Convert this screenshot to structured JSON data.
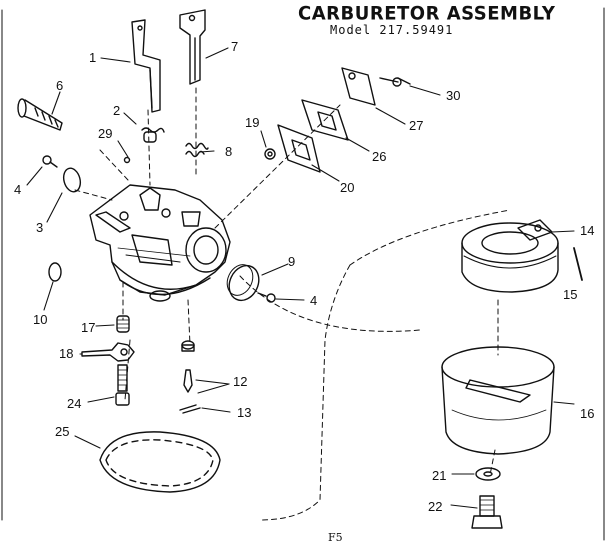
{
  "title": "CARBURETOR ASSEMBLY",
  "model": "Model 217.59491",
  "figure_code": "F5",
  "callouts": {
    "c1": "1",
    "c2": "2",
    "c3": "3",
    "c4a": "4",
    "c4b": "4",
    "c6": "6",
    "c7": "7",
    "c8": "8",
    "c9": "9",
    "c10": "10",
    "c12": "12",
    "c13": "13",
    "c14": "14",
    "c15": "15",
    "c16": "16",
    "c17": "17",
    "c18": "18",
    "c19": "19",
    "c20": "20",
    "c21": "21",
    "c22": "22",
    "c24": "24",
    "c25": "25",
    "c26": "26",
    "c27": "27",
    "c29": "29",
    "c30": "30"
  },
  "colors": {
    "ink": "#111111",
    "paper": "#ffffff"
  }
}
